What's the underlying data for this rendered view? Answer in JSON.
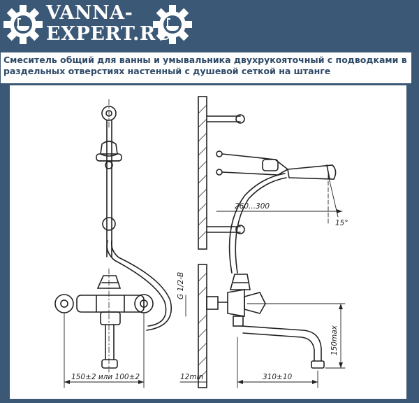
{
  "brand": {
    "line1": "VANNA-",
    "line2": "EXPERT.RU"
  },
  "caption": "Смеситель общий для ванны и умывальника двухрукояточный с подводками в раздельных отверстиях настенный с душевой сеткой на штанге",
  "icons": {
    "left": "gear-bathtub-icon",
    "right": "gear-bathtub-icon"
  },
  "colors": {
    "header_bg": "#3b5876",
    "caption_text": "#2e4a68"
  },
  "dimensions": {
    "width_front": "150±2 или 100±2",
    "wall_min": "12min",
    "spout_reach": "310±10",
    "height_max": "150max",
    "shower_reach": "260...300",
    "angle": "15°",
    "thread": "G 1/2-B"
  }
}
